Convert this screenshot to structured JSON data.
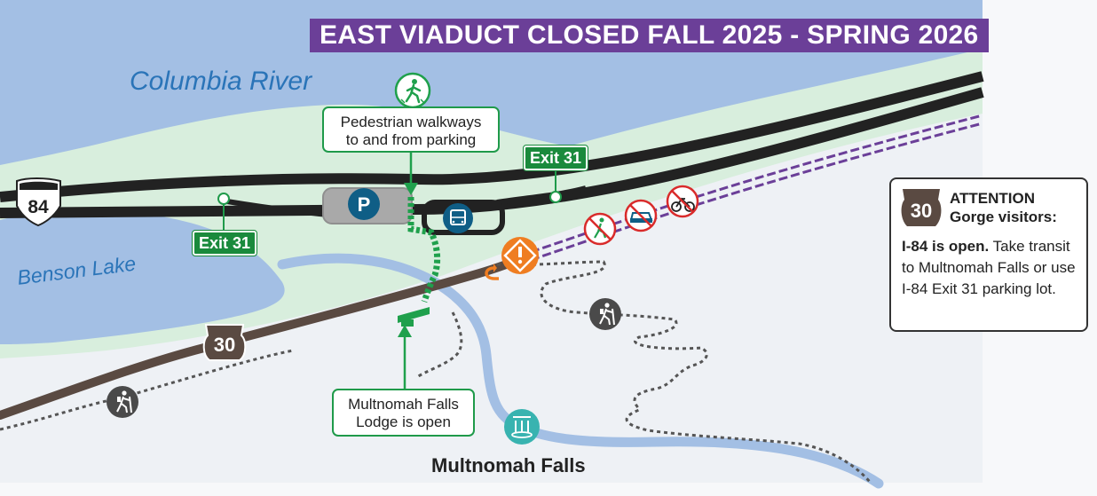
{
  "banner": {
    "text": "EAST VIADUCT CLOSED FALL 2025 - SPRING 2026"
  },
  "labels": {
    "river": "Columbia River",
    "lake": "Benson Lake",
    "falls": "Multnomah Falls"
  },
  "callouts": {
    "walkways": {
      "line1": "Pedestrian walkways",
      "line2": "to and from parking"
    },
    "lodge": {
      "line1": "Multnomah Falls",
      "line2": "Lodge is open"
    }
  },
  "exits": {
    "east": "Exit 31",
    "west": "Exit 31"
  },
  "shields": {
    "interstate": "84",
    "us_route_map": "30",
    "us_route_box": "30"
  },
  "parking": {
    "symbol": "P"
  },
  "attention": {
    "title_line1": "ATTENTION",
    "title_line2": "Gorge visitors:",
    "body_bold": "I-84 is open.",
    "body_rest": "Take transit to Multnomah Falls or use I-84 Exit 31 parking lot."
  },
  "colors": {
    "water": "#a3bfe4",
    "shoreline": "#d8eedd",
    "interstate": "#222222",
    "us30": "#5a4a42",
    "railroad": "#6b3f98",
    "walkway": "#1fa04c",
    "closure": "#ef7d21",
    "prohibited": "#d92b2b",
    "transit": "#0f5e86",
    "waterfall": "#38b3b0",
    "trail_icon": "#4a4a4a"
  },
  "icons": {
    "pedestrian": "pedestrian-icon",
    "parking": "parking-icon",
    "bus": "bus-icon",
    "warning": "warning-icon",
    "no_pedestrian": "no-pedestrian-icon",
    "no_car": "no-car-icon",
    "no_bicycle": "no-bicycle-icon",
    "hiker": "hiker-icon",
    "waterfall": "waterfall-icon",
    "lodge": "lodge-icon",
    "u_turn": "u-turn-icon"
  }
}
